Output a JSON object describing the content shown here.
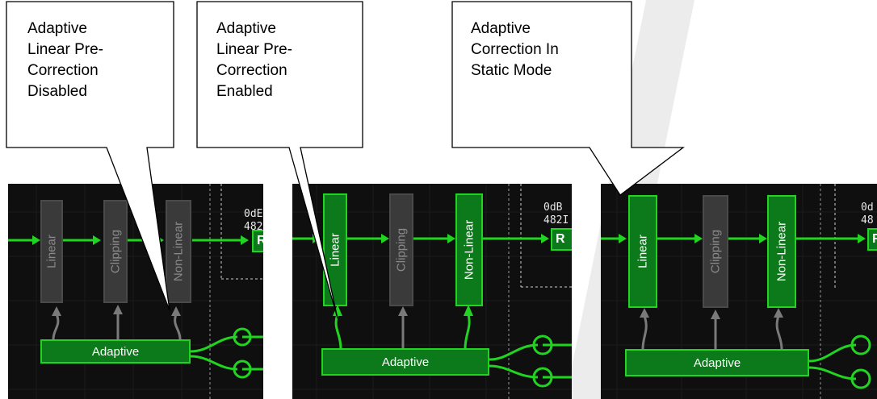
{
  "callouts": [
    {
      "text": "Adaptive\nLinear Pre-\nCorrection\nDisabled"
    },
    {
      "text": "Adaptive\nLinear Pre-\nCorrection\nEnabled"
    },
    {
      "text": "Adaptive\nCorrection In\nStatic Mode"
    }
  ],
  "panels": [
    {
      "linear": "Linear",
      "clipping": "Clipping",
      "nonlinear": "Non-Linear",
      "adaptive": "Adaptive",
      "odb1": "0dE",
      "odb2": "482",
      "rbox": "R"
    },
    {
      "linear": "Linear",
      "clipping": "Clipping",
      "nonlinear": "Non-Linear",
      "adaptive": "Adaptive",
      "odb1": "0dB",
      "odb2": "482I",
      "rbox": "R"
    },
    {
      "linear": "Linear",
      "clipping": "Clipping",
      "nonlinear": "Non-Linear",
      "adaptive": "Adaptive",
      "odb1": "0d",
      "odb2": "48",
      "rbox": "R"
    }
  ],
  "colors": {
    "active_green": "#22d422",
    "active_fill": "#0c7a1a",
    "inactive_fill": "#3a3a3a",
    "background": "#0f0f0f"
  }
}
